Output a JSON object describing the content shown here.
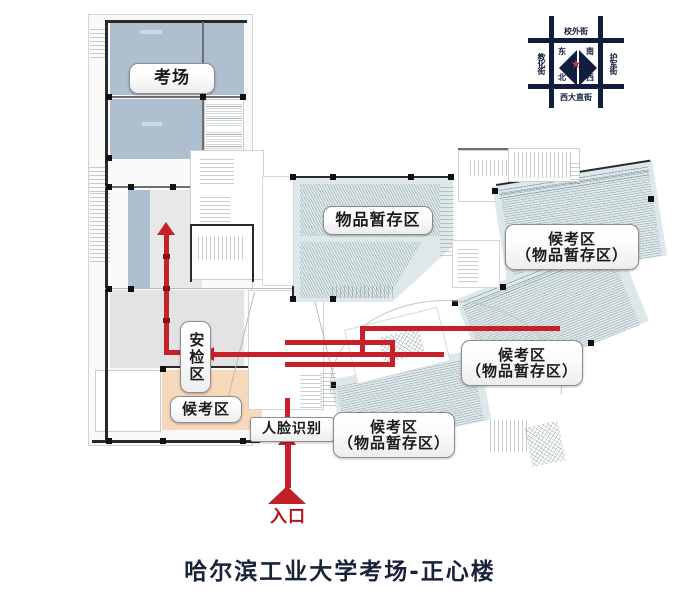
{
  "title": "哈尔滨工业大学考场-正心楼",
  "compass": {
    "streets": {
      "top": "校外街",
      "left": "教化街",
      "right": "护军街",
      "bottom": "西大直街"
    },
    "directions": {
      "top_left": "东",
      "top_right": "南",
      "bottom_left": "北",
      "bottom_right": "西"
    },
    "marker": "star-marker"
  },
  "map_labels": {
    "exam_hall": "考场",
    "security_check": "安检区",
    "waiting_area": "候考区",
    "face_recognition": "人脸识别",
    "entrance": "入口",
    "storage_area": "物品暂存区",
    "waiting_storage_1": "候考区\n（物品暂存区）",
    "waiting_storage_2": "候考区\n（物品暂存区）",
    "waiting_storage_3": "候考区\n（物品暂存区）"
  },
  "colors": {
    "exam_hall_fill": "#aebfd0",
    "waiting_area_fill": "#f6d8ba",
    "seating_fill": "#dce8ea",
    "corridor_fill": "#e3e3e3",
    "route_red": "#c8202a",
    "compass_navy": "#121c3d",
    "title_color": "#18233a"
  },
  "route": {
    "name": "entrance-to-exam-hall-path",
    "steps": [
      "入口",
      "人脸识别",
      "安检区",
      "考场"
    ]
  }
}
